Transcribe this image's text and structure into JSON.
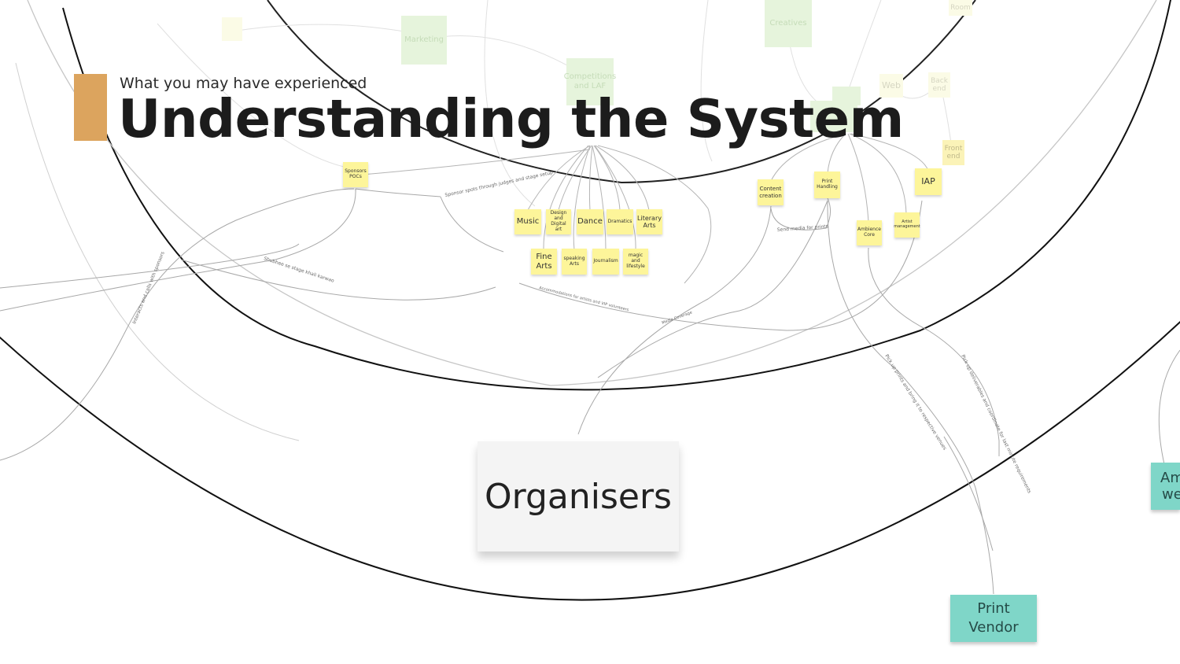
{
  "header": {
    "subtitle": "What you may have experienced",
    "title": "Understanding the System",
    "accent_color": "#dca45e"
  },
  "center_node": {
    "label": "Organisers"
  },
  "faded_nodes": {
    "marketing": "Marketing",
    "competitions": "Competitions and LAF",
    "creatives": "Creatives",
    "web": "Web",
    "back_end": "Back end",
    "front_end": "Front end",
    "room": "Room"
  },
  "sticky_notes": {
    "sponsors_pocs": "Sponsors POCs",
    "music": "Music",
    "design_digital_art": "Design and Digital art",
    "dance": "Dance",
    "dramatics": "Dramatics",
    "literary_arts": "Literary Arts",
    "fine_arts": "Fine Arts",
    "speaking_arts": "speaking Arts",
    "journalism": "Journalism",
    "magic_lifestyle": "magic and lifestyle",
    "content_creation": "Content creation",
    "print_handling": "Print Handling",
    "iap": "IAP",
    "ambience_core": "Ambience Core",
    "artist_management": "Artist management"
  },
  "vendor_nodes": {
    "print_vendor": "Print Vendor",
    "partial_vendor": "Am we"
  },
  "edge_labels": {
    "sponsor_spots": "Sponsor spots through judges and stage setup",
    "send_media": "Send media for prints",
    "shubhee": "Shubhee se stage khali karwao",
    "interacts": "Interacts and calls with sponsors",
    "accommodations": "Accommodations for artists and VIP volunteers",
    "media_coverage": "Media Coverage",
    "pick_up_prints": "Pick up prints and bring it to respective venues",
    "pick_deliverables": "Pick up deliverables and coordinate for last minute requirements"
  },
  "colors": {
    "sticky_yellow": "#fdf59a",
    "sticky_teal": "#7fd6c8",
    "faded_green": "#e6f4dc"
  }
}
